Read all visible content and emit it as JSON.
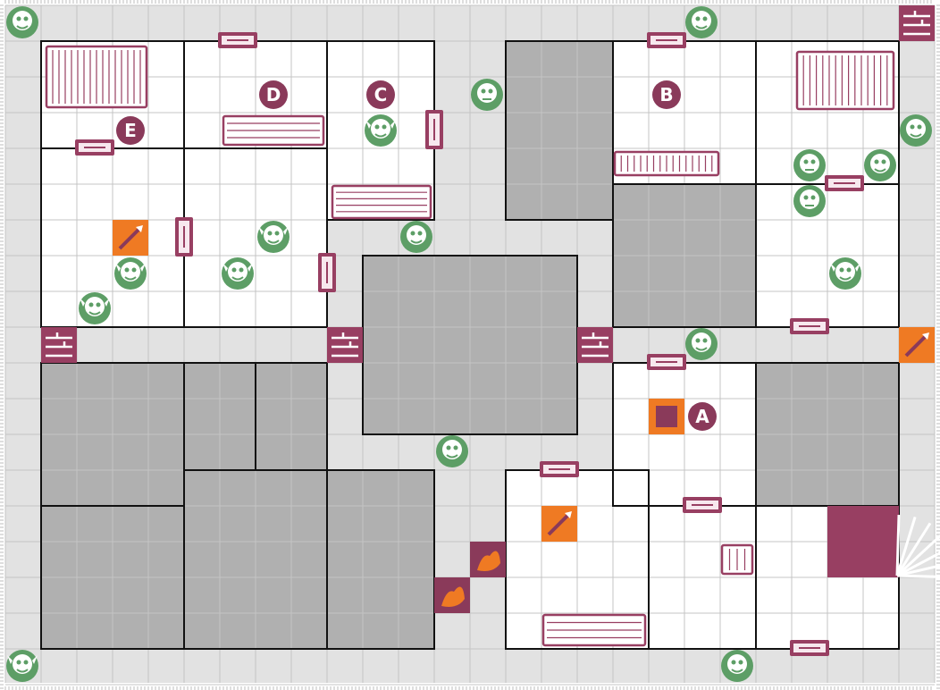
{
  "palette": {
    "corridor": "#e2e2e2",
    "room_floor": "#ffffff",
    "blocked": "#b0b0b0",
    "grid_line": "#c4c4c4",
    "wall": "#111111",
    "door": "#983f62",
    "door_light": "#f7e8ee",
    "monster": "#5d9e66",
    "marker": "#8a3a5a",
    "trap": "#ef7a23",
    "rock": "#8a3a5a"
  },
  "labels": [
    "A",
    "B",
    "C",
    "D",
    "E"
  ],
  "legend": {
    "door": "door-icon",
    "monster_goblin": "goblin-icon",
    "monster_skeleton": "skeleton-icon",
    "monster_zombie": "zombie-icon",
    "monster_orc": "orc-icon",
    "monster_mummy": "mummy-icon",
    "monster_dread": "dread-warrior-icon",
    "stairs": "stairs-icon",
    "trap_pit": "spear-trap-icon",
    "trap_falling": "falling-block-icon",
    "furniture": "furniture-icon"
  }
}
